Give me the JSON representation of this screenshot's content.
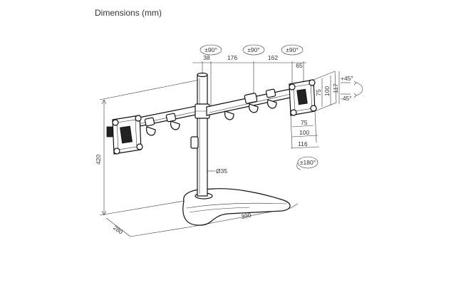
{
  "title": "Dimensions (mm)",
  "dimensions": {
    "arm_offset": "38",
    "arm_segment_1": "176",
    "arm_segment_2": "162",
    "head_offset": "65",
    "rotation_joint_1": "±90°",
    "rotation_joint_2": "±90°",
    "rotation_joint_3": "±90°",
    "tilt_up": "+45°",
    "tilt_down": "-45°",
    "vesa_h_75": "75",
    "vesa_h_100": "100",
    "vesa_h_117": "117",
    "vesa_w_75": "75",
    "vesa_w_100": "100",
    "vesa_w_116": "116",
    "swivel": "±180°",
    "pole_diameter": "Ø35",
    "height": "420",
    "base_depth": "280",
    "base_width": "390"
  }
}
